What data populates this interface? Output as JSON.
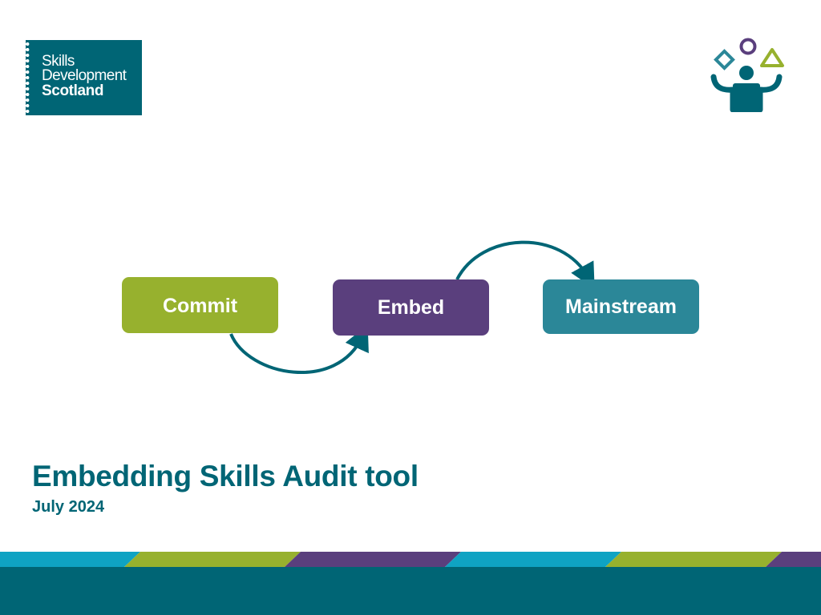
{
  "logo": {
    "line1": "Skills",
    "line2": "Development",
    "line3": "Scotland"
  },
  "diagram": {
    "steps": [
      {
        "label": "Commit",
        "color": "#97b12e"
      },
      {
        "label": "Embed",
        "color": "#5a3f7d"
      },
      {
        "label": "Mainstream",
        "color": "#2b8798"
      }
    ],
    "arrow_color": "#006575"
  },
  "title": {
    "main": "Embedding Skills Audit tool",
    "date": "July 2024"
  },
  "colors": {
    "brand": "#006575",
    "green": "#97b12e",
    "purple": "#5a3f7d",
    "teal": "#2b8798",
    "cyan": "#0fa3c3"
  },
  "icons": [
    "juggler-icon",
    "curved-arrow-icon"
  ]
}
